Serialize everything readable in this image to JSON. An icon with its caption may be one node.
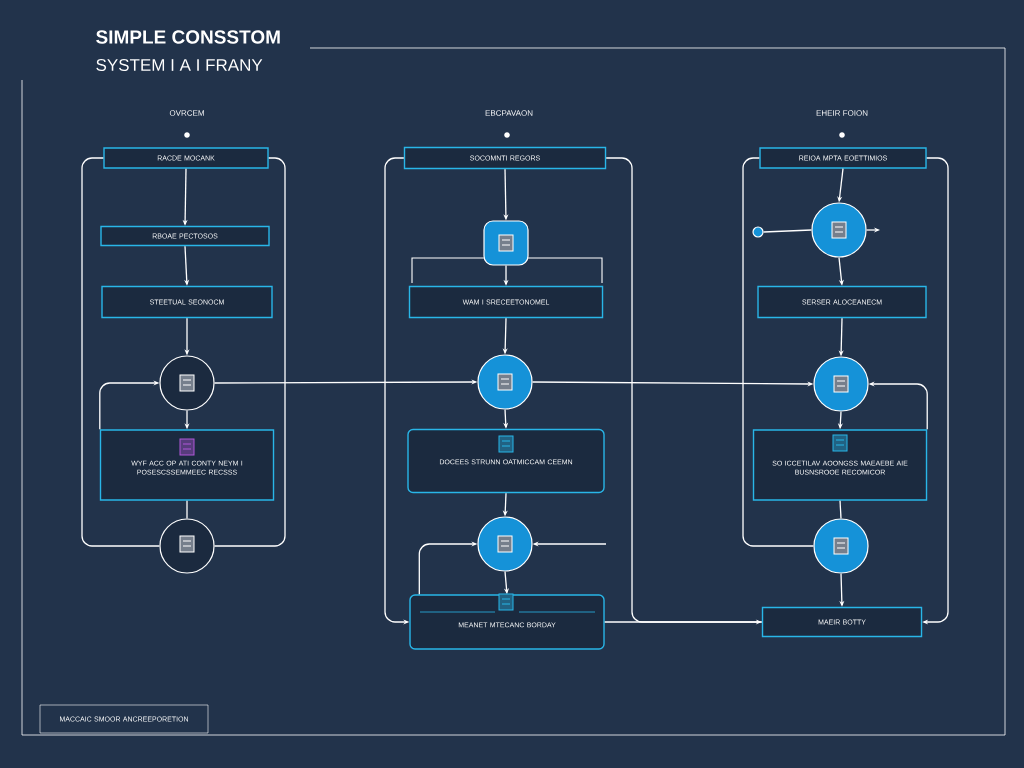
{
  "diagram": {
    "title": "SIMPLE CONSSTOM",
    "nodes": [
      {
        "text": [
          "RACDE MOCANK"
        ]
      },
      {
        "text": [
          "RBOAE PECTOSOS"
        ]
      },
      {
        "text": [
          "STEETUAL SEONOCM"
        ]
      },
      {
        "text": [],
        "shape": "circle"
      },
      {
        "text": [
          "WYF ACC OP ATI CONTY NEYM I POSESCSSEMMEEC RECSSS"
        ]
      },
      {
        "text": [],
        "shape": "circle"
      },
      {
        "text": [
          "SOCOMNTI REGORS"
        ]
      },
      {
        "text": [],
        "shape": "shield"
      },
      {
        "text": [
          "WAM I SRECEETONOMEL"
        ]
      },
      {
        "text": [],
        "shape": "circle"
      },
      {
        "text": [
          "DOCEES STRUNN OATMICCAM CEEMN"
        ]
      },
      {
        "text": [],
        "shape": "circle"
      },
      {
        "text": [
          "MEANET MTECANC BORDAY"
        ]
      },
      {
        "text": [
          "REIOA MPTA EOETTIMIOS"
        ]
      },
      {
        "text": [],
        "shape": "circle"
      },
      {
        "text": [],
        "shape": "circle"
      },
      {
        "text": [
          "SERSER ALOCEANECM"
        ]
      },
      {
        "text": [],
        "shape": "circle"
      },
      {
        "text": [
          "SO ICCETILAV AOONGSS MAEAEBE AIE BUSNSROOE RECOMICOR"
        ]
      },
      {
        "text": [],
        "shape": "circle"
      },
      {
        "text": [
          "MAEIR BOTTY"
        ]
      },
      {
        "text": [
          "MACCAIC SMOOR ANCREEPORETION"
        ]
      }
    ],
    "edges": [
      {
        "from": 0,
        "to": 1,
        "arrow": "to"
      },
      {
        "from": 1,
        "to": 2,
        "arrow": "to"
      },
      {
        "from": 2,
        "to": 3,
        "arrow": "to"
      },
      {
        "from": 3,
        "to": 4,
        "arrow": "to"
      },
      {
        "from": 4,
        "to": 5,
        "arrow": "none"
      },
      {
        "from": 4,
        "to": 3,
        "arrow": "to"
      },
      {
        "from": 0,
        "to": 5,
        "arrow": "none"
      },
      {
        "from": 0,
        "to": 5,
        "arrow": "none"
      },
      {
        "from": 3,
        "to": 9,
        "arrow": "to"
      },
      {
        "from": 9,
        "to": 17,
        "arrow": "to"
      },
      {
        "from": 6,
        "to": 7,
        "arrow": "to"
      },
      {
        "from": 7,
        "to": 8,
        "arrow": "to"
      },
      {
        "from": 8,
        "to": 9,
        "arrow": "to"
      },
      {
        "from": 9,
        "to": 10,
        "arrow": "to"
      },
      {
        "from": 10,
        "to": 11,
        "arrow": "to"
      },
      {
        "from": 11,
        "to": 12,
        "arrow": "to"
      },
      {
        "from": 12,
        "to": 11,
        "arrow": "to"
      },
      {
        "from": null,
        "to": 11,
        "arrow": "to"
      },
      {
        "from": 6,
        "to": 12,
        "arrow": "to"
      },
      {
        "from": 12,
        "to": 20,
        "arrow": "to"
      },
      {
        "from": 6,
        "to": 20,
        "arrow": "none"
      },
      {
        "from": 13,
        "to": 14,
        "arrow": "to"
      },
      {
        "from": 15,
        "to": 14,
        "arrow": "none"
      },
      {
        "from": 14,
        "to": null,
        "arrow": "to"
      },
      {
        "from": 14,
        "to": 16,
        "arrow": "to"
      },
      {
        "from": 16,
        "to": 17,
        "arrow": "to"
      },
      {
        "from": 17,
        "to": 18,
        "arrow": "to"
      },
      {
        "from": 18,
        "to": 19,
        "arrow": "none"
      },
      {
        "from": 19,
        "to": 20,
        "arrow": "to"
      },
      {
        "from": 18,
        "to": 17,
        "arrow": "to"
      },
      {
        "from": 13,
        "to": 20,
        "arrow": "to"
      },
      {
        "from": 13,
        "to": 19,
        "arrow": "none"
      }
    ],
    "labels": [
      "SYSTEM I A I FRANY",
      "OVRCEM",
      "EBCPAVAON",
      "EHEIR FOION"
    ]
  }
}
